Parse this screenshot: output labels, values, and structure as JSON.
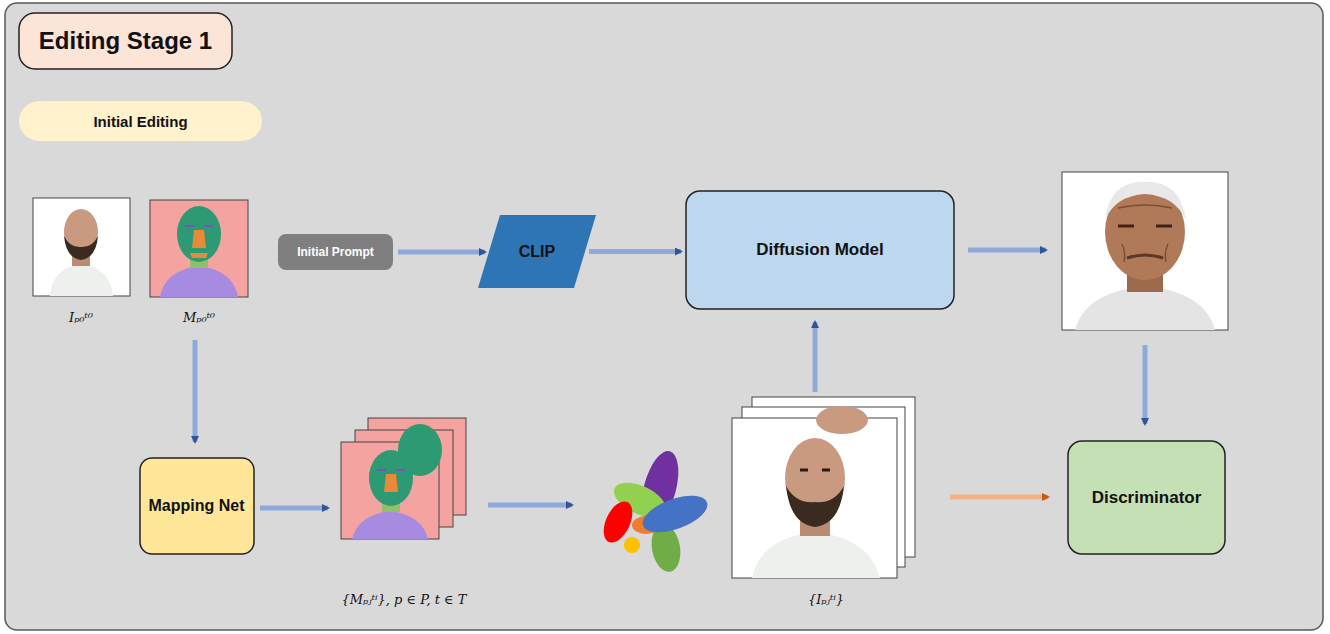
{
  "diagram": {
    "nodes": [
      {
        "text": [
          "Editing Stage 1"
        ]
      },
      {
        "text": [
          "Initial Editing"
        ]
      },
      {
        "text": [
          "Initial Prompt"
        ]
      },
      {
        "text": [
          "CLIP"
        ]
      },
      {
        "text": [
          "Diffusion Model"
        ]
      },
      {
        "text": [
          "Mapping Net"
        ]
      },
      {
        "text": [
          "Discriminator"
        ]
      }
    ],
    "edges": [
      {
        "from": 2,
        "to": 3,
        "arrow": "to"
      },
      {
        "from": 3,
        "to": 4,
        "arrow": "to"
      }
    ],
    "labels": [
      "Iₚ₀ᵗ⁰",
      "Mₚ₀ᵗ⁰",
      "{Mₚⱼᵗⁱ}, p ∈ P, t ∈ T",
      "{Iₚⱼᵗⁱ}"
    ]
  }
}
